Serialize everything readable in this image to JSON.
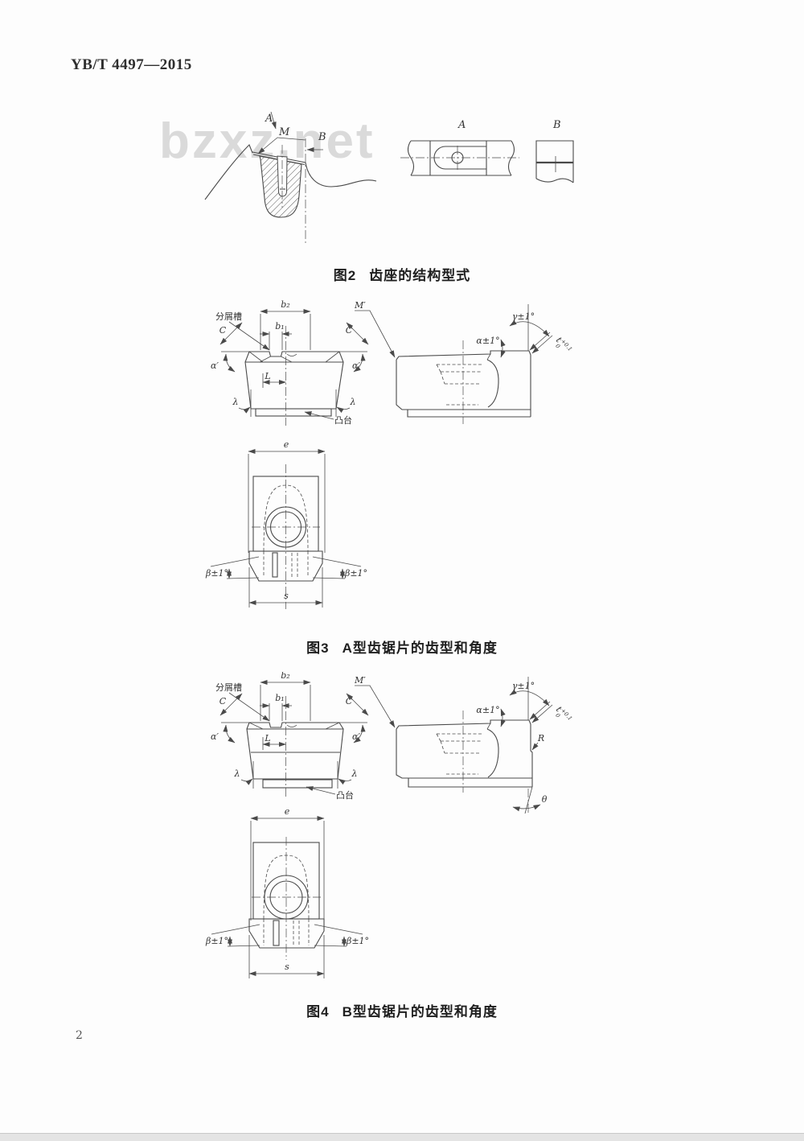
{
  "page": {
    "number": "2"
  },
  "header": {
    "standard_code": "YB/T 4497—2015"
  },
  "watermark": {
    "text": "bzxz.net",
    "color": "#dadada"
  },
  "colors": {
    "line": "#4a4a4a",
    "text": "#333333"
  },
  "figure2": {
    "caption": {
      "num": "图2",
      "title": "齿座的结构型式"
    },
    "labels": {
      "arrow_a": "A",
      "m": "M",
      "arrow_b": "B",
      "view_a": "A",
      "view_b": "B"
    }
  },
  "figure3": {
    "caption": {
      "num": "图3",
      "title": "A型齿锯片的齿型和角度"
    },
    "labels": {
      "chip_groove": "分屑槽",
      "b2": "b₂",
      "b1": "b₁",
      "c_left": "C",
      "c_right": "C",
      "alpha_side_left": "α′",
      "alpha_side_right": "α′",
      "l_dim": "L",
      "lambda_left": "λ",
      "lambda_right": "λ",
      "boss": "凸台",
      "m_prime": "M′",
      "gamma": "γ±1°",
      "alpha_tip": "α±1°",
      "t": "t",
      "t_sup": "+0.1",
      "t_sub": "0",
      "e_dim": "e",
      "s_dim": "s",
      "beta_left": "β±1°",
      "beta_right": "β±1°"
    }
  },
  "figure4": {
    "caption": {
      "num": "图4",
      "title": "B型齿锯片的齿型和角度"
    },
    "labels": {
      "chip_groove": "分屑槽",
      "b2": "b₂",
      "b1": "b₁",
      "c_left": "C",
      "c_right": "C",
      "alpha_side_left": "α′",
      "alpha_side_right": "α′",
      "l_dim": "L",
      "lambda_left": "λ",
      "lambda_right": "λ",
      "boss": "凸台",
      "m_prime": "M′",
      "gamma": "γ±1°",
      "alpha_tip": "α±1°",
      "t": "t",
      "t_sup": "+0.1",
      "t_sub": "0",
      "r_dim": "R",
      "theta": "θ",
      "e_dim": "e",
      "s_dim": "s",
      "beta_left": "β±1°",
      "beta_right": "β±1°"
    }
  }
}
